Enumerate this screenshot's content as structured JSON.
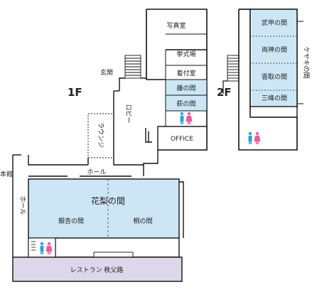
{
  "floor_1f": "1F",
  "floor_2f": "2F",
  "rooms_1f": {
    "photo": "写真室",
    "ceremony": "挙式場",
    "dressing": "着付室",
    "fuji": "藤の間",
    "hagi": "萩の間",
    "office": "OFFICE",
    "entrance": "玄関",
    "lobby": "ロビー",
    "lounge": "ラウンジ",
    "main_building": "本館",
    "hall_top": "ホール",
    "hall_side": "ホール",
    "karin": "花梨の間",
    "ginkyo": "銀杏の間",
    "kiri": "桐の間",
    "restaurant": "レストラン 秩父路"
  },
  "rooms_2f": {
    "bukou": "武甲の間",
    "ryoukami": "両神の間",
    "kumotori": "雲取の間",
    "mitsumine": "三峰の間",
    "keyaki": "ケヤキの間"
  },
  "colors": {
    "room_fill": "#cce6f5",
    "restaurant_fill": "#dcd8ea",
    "wall": "#111111",
    "restroom_male": "#2aa3d8",
    "restroom_female": "#ec5d9c"
  },
  "icons": [
    "restroom-icon",
    "stairs-icon"
  ]
}
